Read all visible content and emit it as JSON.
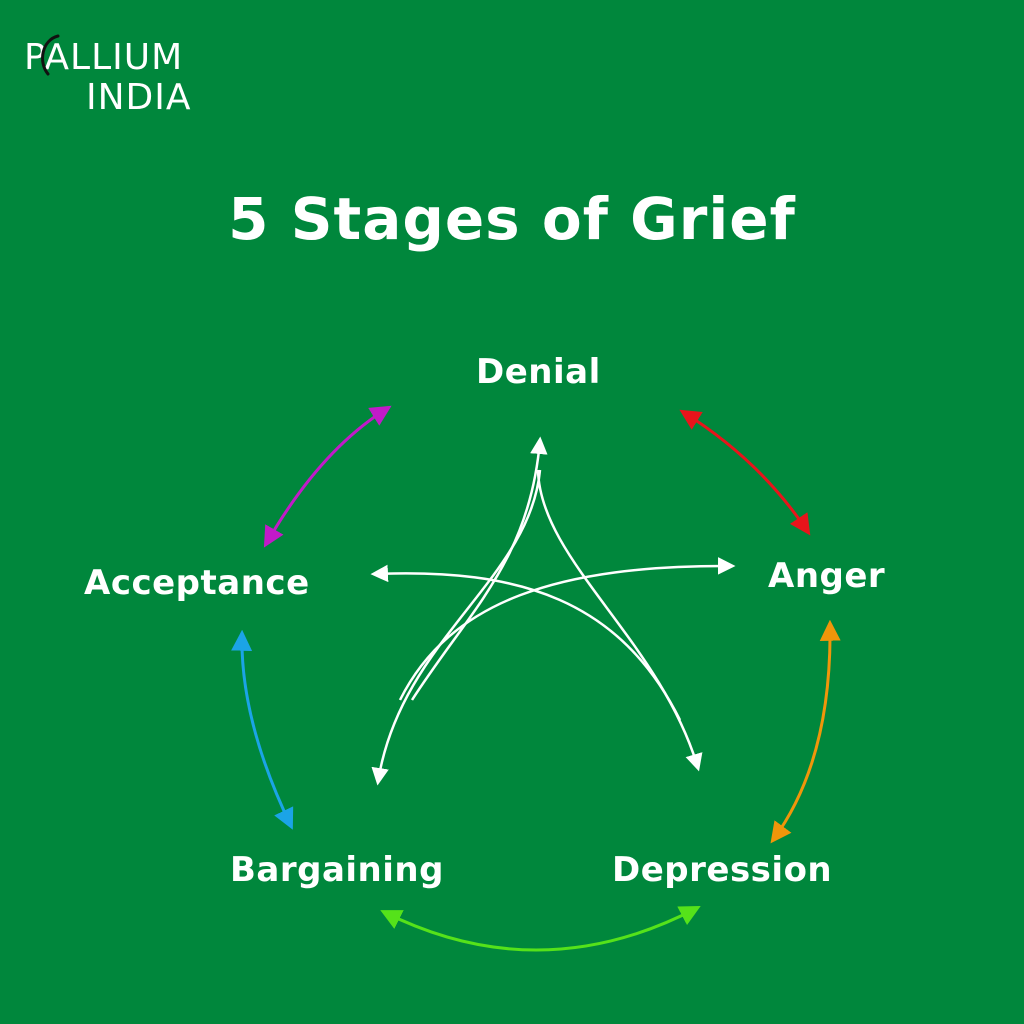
{
  "logo": {
    "line1": "PALLIUM",
    "line2": "INDIA"
  },
  "title": "5 Stages of Grief",
  "stages": {
    "denial": "Denial",
    "anger": "Anger",
    "depression": "Depression",
    "bargaining": "Bargaining",
    "acceptance": "Acceptance"
  },
  "colors": {
    "background": "#00873c",
    "text": "#ffffff",
    "denial_anger": "#e8141b",
    "anger_depression": "#f0960a",
    "depression_bargaining": "#55e21a",
    "bargaining_acceptance": "#1ba4e6",
    "acceptance_denial": "#c21ac9",
    "inner_arrows": "#ffffff"
  }
}
